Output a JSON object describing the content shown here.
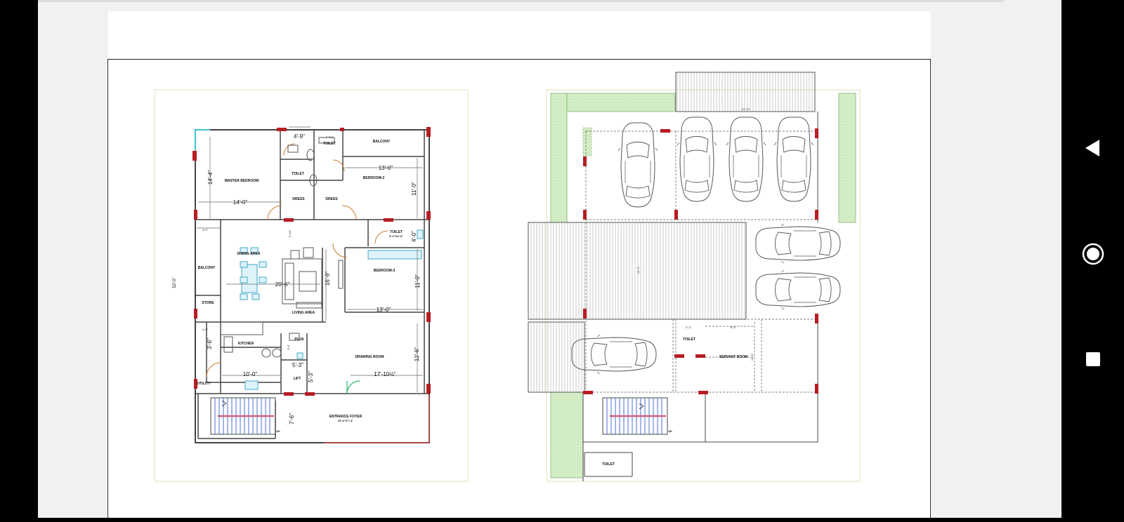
{
  "plan1": {
    "rooms": {
      "master_bedroom": "MASTER BEDROOM",
      "toilet_1": "TOILET",
      "toilet_2": "TOILET",
      "balcony_top": "BALCONY",
      "bedroom_2": "BEDROOM-2",
      "dress_1": "DRESS",
      "dress_2": "DRESS",
      "dining_area": "DINING AREA",
      "toilet_3": "TOILET",
      "toilet_3_size": "5'-0\"X4'-6\"",
      "balcony_left": "BALCONY",
      "bedroom_3": "BEDROOM-3",
      "store": "STORE",
      "living_area": "LIVING AREA",
      "kitchen": "KITCHEN",
      "puja": "PUJA",
      "drawing_room": "DRAWING ROOM",
      "utility": "UTILITY",
      "lift": "LIFT",
      "entrance_foyer": "ENTRANCE FOYER",
      "entrance_foyer_size": "25'-6\"X7'-3\"",
      "up": "UP"
    },
    "dims": {
      "d_4_9": "4'-9\"",
      "d_4_7": "4'-7½\"",
      "d_14_4": "14'-4\"",
      "d_13_0_top": "13'-0\"",
      "d_11_0_top": "11'-0\"",
      "d_14_0": "14'-0\"",
      "d_4_0_toilet": "4'-0\"",
      "d_4_0_bal": "4'-0\"",
      "d_20_6": "20'-6\"",
      "d_16_9": "16'-9\"",
      "d_11_0_mid": "11'-0\"",
      "d_13_0_mid": "13'-0\"",
      "d_52_0": "52'-0\"",
      "d_4_0_kit": "4'-0\"",
      "d_3_6": "3'-6\"",
      "d_10_0": "10'-0\"",
      "d_5_3": "5'-3\"",
      "d_5_3_v": "5'-3\"",
      "d_17_10": "17'-10½\"",
      "d_12_6": "12'-6\"",
      "d_7_6": "7'-6\"",
      "d_3_0": "3'-0\"",
      "d_2_10": "2'-10\""
    }
  },
  "plan2": {
    "rooms": {
      "toilet_mid": "TOILET",
      "servant_room": "SERVANT ROOM",
      "toilet_bottom": "TOILET",
      "up": "UP"
    },
    "dims": {
      "d_22_10": "22'-10\"",
      "d_16_9": "16'-9\"",
      "d_5_3": "5'-3\"",
      "d_8_6": "8'-6\"",
      "d_12_3": "12'-3\""
    }
  },
  "navigation": {
    "back": "back-triangle",
    "home": "home-circle",
    "recents": "recents-square"
  }
}
